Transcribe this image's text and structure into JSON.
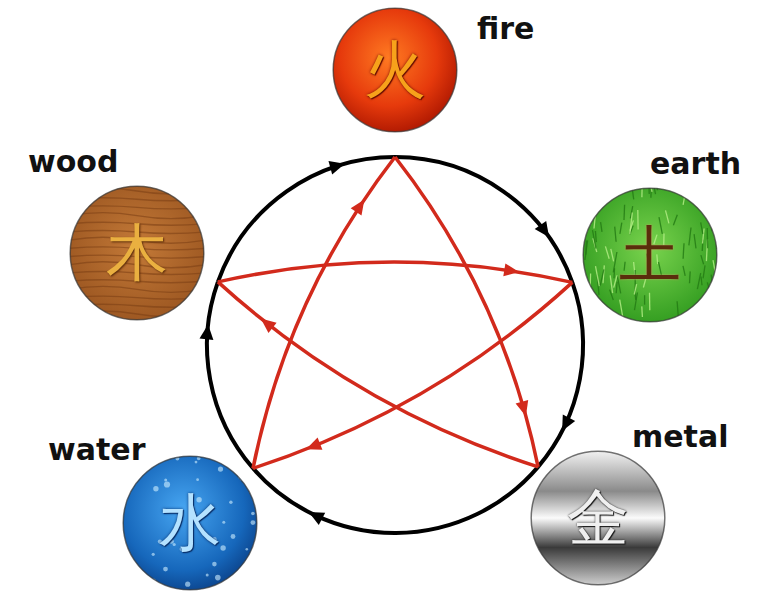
{
  "diagram": {
    "nodes": [
      {
        "text": [
          "fire",
          "火"
        ]
      },
      {
        "text": [
          "wood",
          "木"
        ]
      },
      {
        "text": [
          "earth",
          "土"
        ]
      },
      {
        "text": [
          "water",
          "水"
        ]
      },
      {
        "text": [
          "metal",
          "金"
        ]
      }
    ],
    "edges": [
      {
        "from": 0,
        "to": 2,
        "arrow": "to"
      },
      {
        "from": 2,
        "to": 4,
        "arrow": "to"
      },
      {
        "from": 4,
        "to": 3,
        "arrow": "to"
      },
      {
        "from": 3,
        "to": 1,
        "arrow": "to"
      },
      {
        "from": 1,
        "to": 0,
        "arrow": "to"
      },
      {
        "from": 0,
        "to": 4,
        "arrow": "to"
      },
      {
        "from": 4,
        "to": 1,
        "arrow": "to"
      },
      {
        "from": 1,
        "to": 2,
        "arrow": "to"
      },
      {
        "from": 2,
        "to": 3,
        "arrow": "to"
      },
      {
        "from": 3,
        "to": 0,
        "arrow": "to"
      }
    ]
  }
}
